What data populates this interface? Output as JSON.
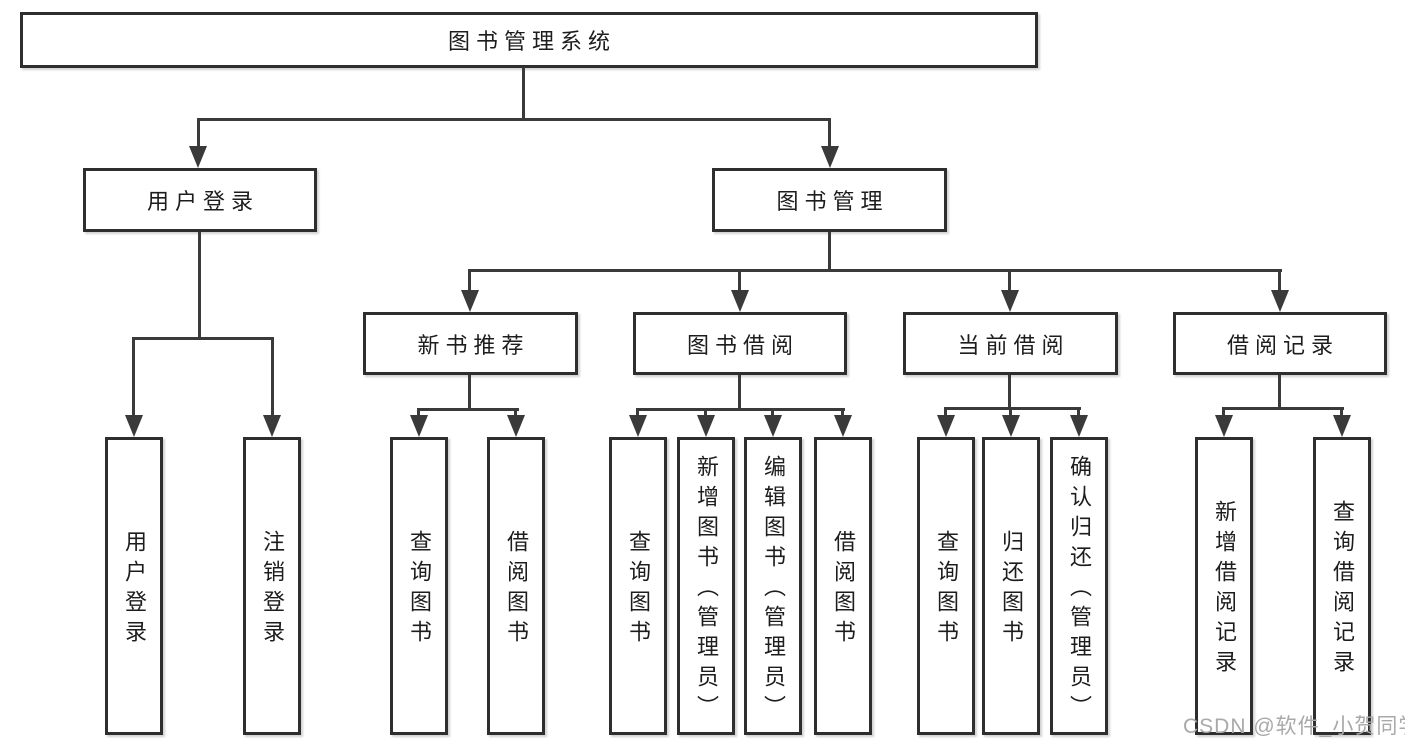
{
  "diagram_type": "hierarchy-tree",
  "tree": {
    "label": "图书管理系统",
    "children": [
      {
        "label": "用户登录",
        "children": [
          {
            "label": "用户登录"
          },
          {
            "label": "注销登录"
          }
        ]
      },
      {
        "label": "图书管理",
        "children": [
          {
            "label": "新书推荐",
            "children": [
              {
                "label": "查询图书"
              },
              {
                "label": "借阅图书"
              }
            ]
          },
          {
            "label": "图书借阅",
            "children": [
              {
                "label": "查询图书"
              },
              {
                "label": "新增图书（管理员）"
              },
              {
                "label": "编辑图书（管理员）"
              },
              {
                "label": "借阅图书"
              }
            ]
          },
          {
            "label": "当前借阅",
            "children": [
              {
                "label": "查询图书"
              },
              {
                "label": "归还图书"
              },
              {
                "label": "确认归还（管理员）"
              }
            ]
          },
          {
            "label": "借阅记录",
            "children": [
              {
                "label": "新增借阅记录"
              },
              {
                "label": "查询借阅记录"
              }
            ]
          }
        ]
      }
    ]
  },
  "watermark": "CSDN @软件_小贺同学",
  "colors": {
    "line": "#3a3a3a",
    "box_border": "#2e2e2e",
    "text": "#1d1d1d",
    "watermark": "#a9a9a9",
    "background": "#ffffff"
  }
}
